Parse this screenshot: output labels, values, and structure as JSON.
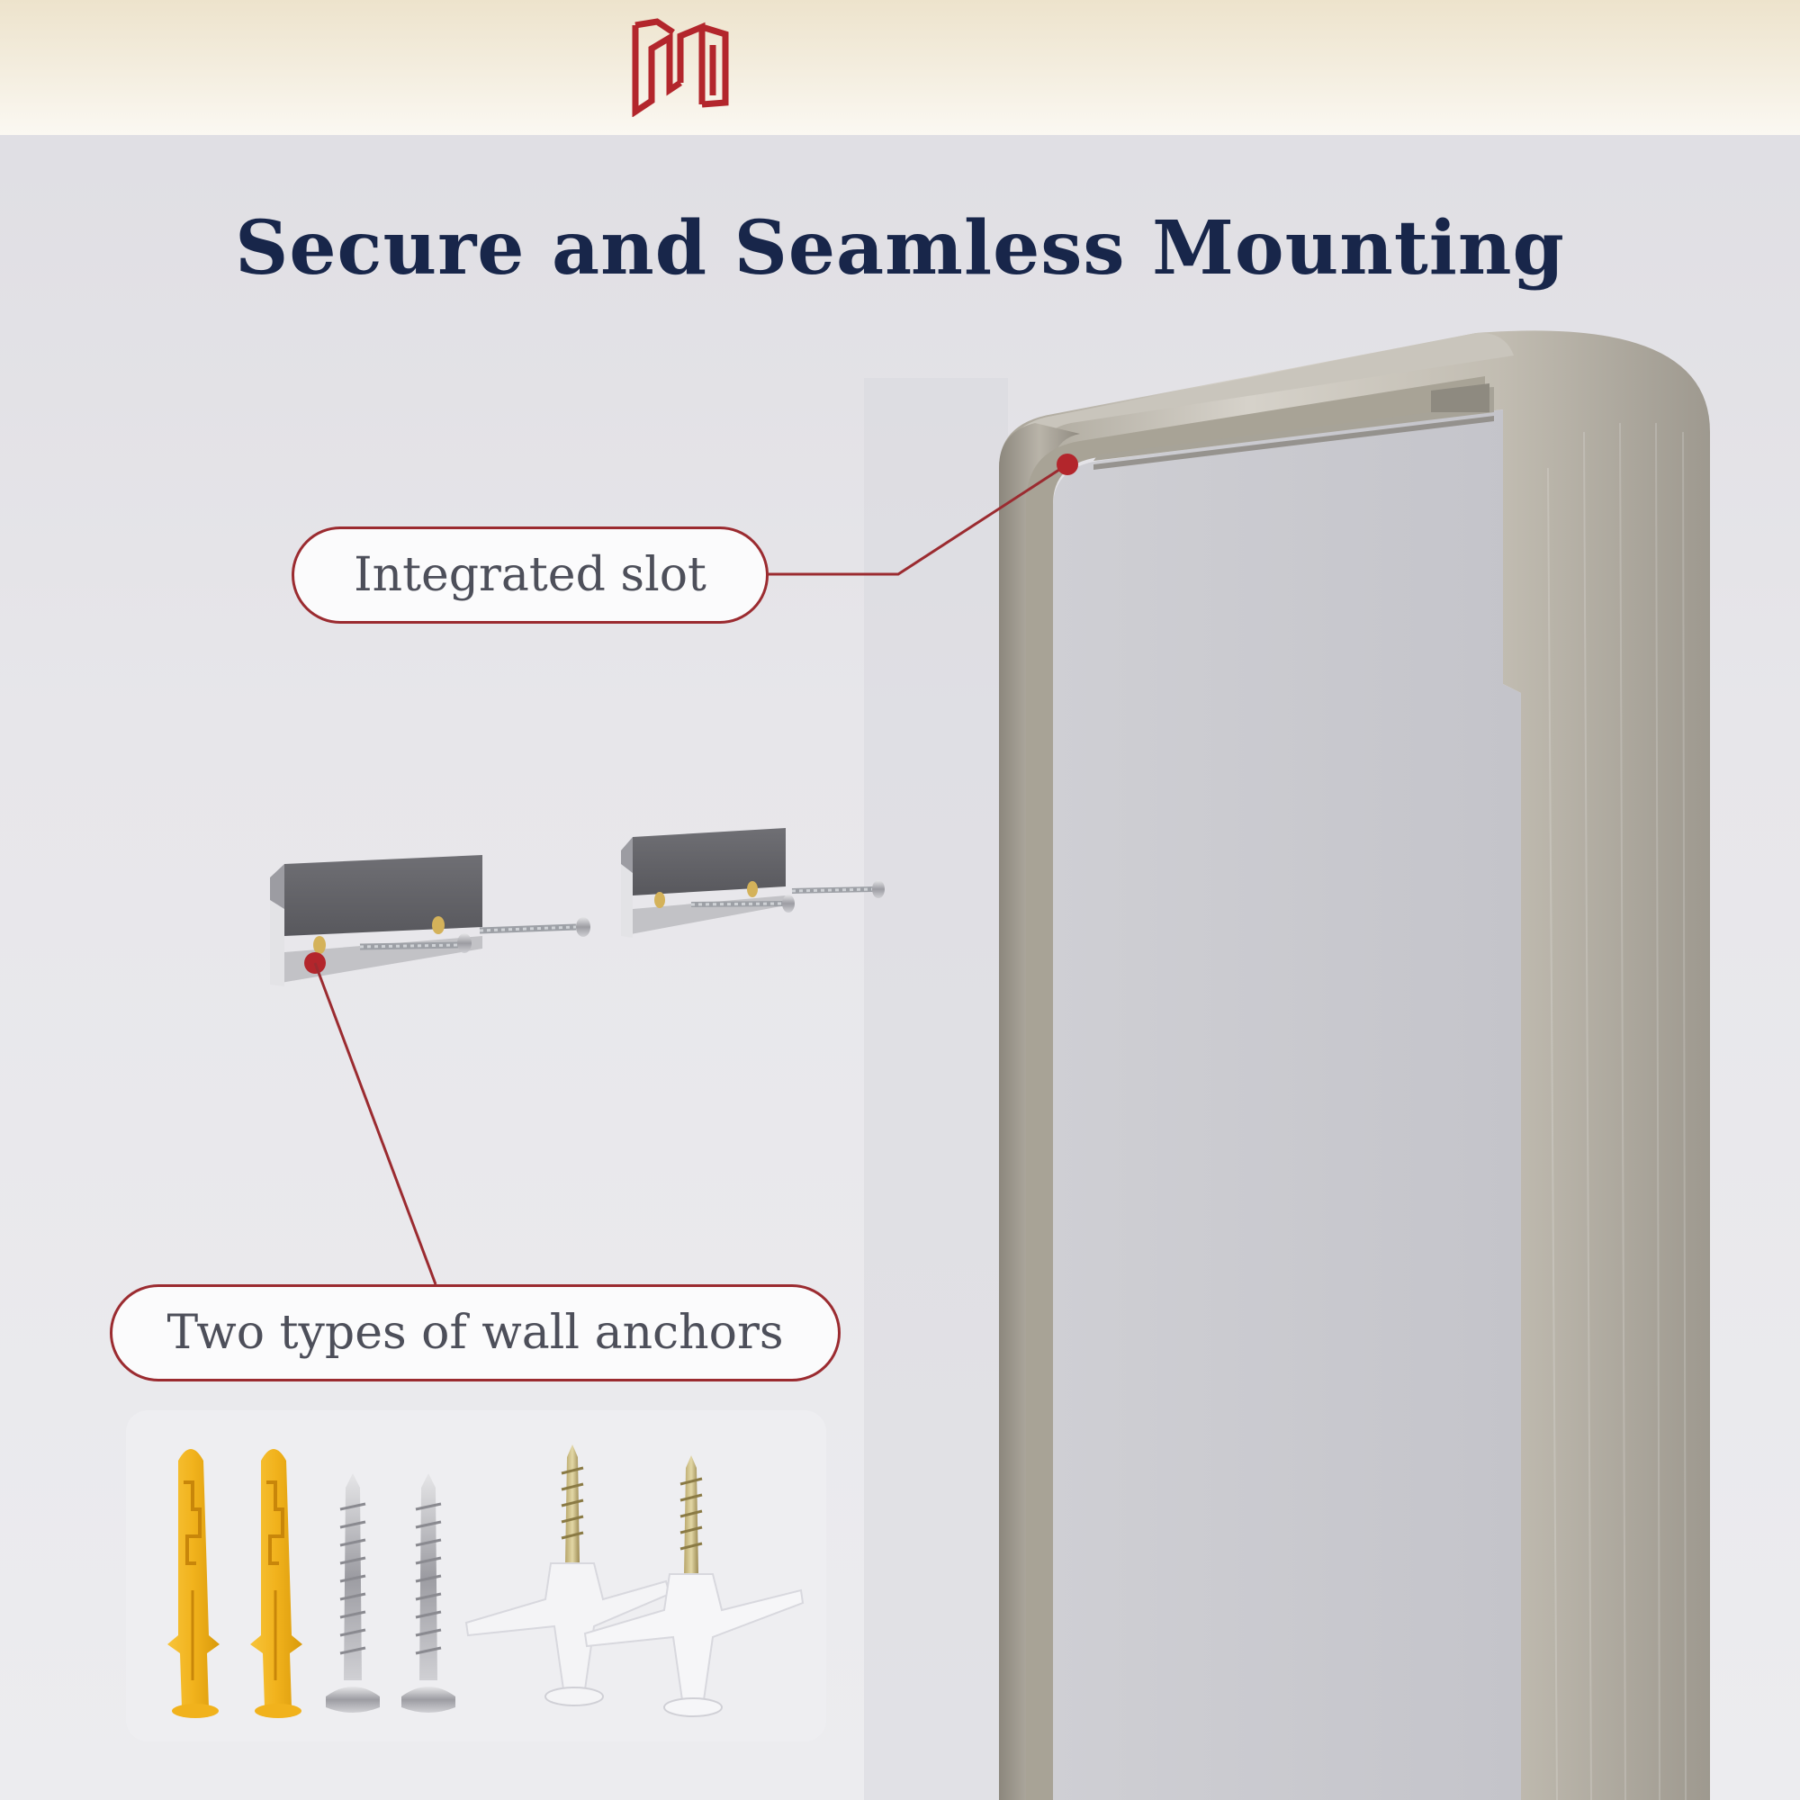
{
  "header": {
    "logo_icon": "brand-monogram-icon",
    "logo_color": "#b3262c",
    "background_color": "#f2ead8"
  },
  "title": "Secure and Seamless Mounting",
  "callouts": {
    "integrated_slot": "Integrated slot",
    "wall_anchors": "Two types of wall anchors"
  },
  "colors": {
    "accent_red": "#b3262c",
    "title_navy": "#18264a",
    "frame_brushed_nickel": "#b6b1a7",
    "anchor_yellow": "#f1b21c"
  },
  "hardware": {
    "brackets": 2,
    "yellow_anchors": 2,
    "self_tapping_screws": 2,
    "wings_anchors": 2
  }
}
